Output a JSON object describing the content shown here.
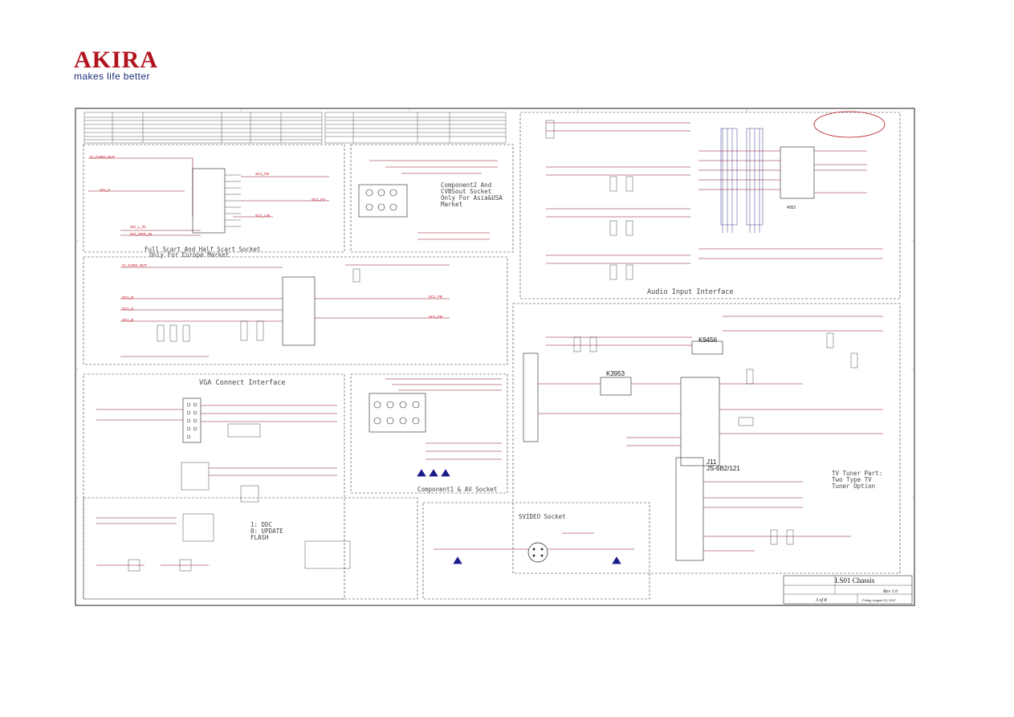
{
  "logo": {
    "brand": "AKIRA",
    "tagline": "makes life better"
  },
  "sections": {
    "scart_title": "Full Scart And Half Scart Socket",
    "scart_sub": "Only For Europe Market",
    "component2_l1": "Component2 And",
    "component2_l2": "CVBSout Socket",
    "component2_l3": "Only For Asia&USA",
    "component2_l4": "Market",
    "audio_input": "Audio Input Interface",
    "vga": "VGA Connect Interface",
    "ddc_l1": "1: DDC",
    "ddc_l2": "0: UPDATE",
    "ddc_l3": "FLASH",
    "component1_av": "Component1 & AV Socket",
    "svideo": "SVIDEO Socket",
    "tuner_l1": "TV Tuner Part:",
    "tuner_l2": "Two Type TV",
    "tuner_l3": "Tuner Option"
  },
  "chips": {
    "u8": "4052",
    "k9456": "K9456",
    "k3953": "K3953",
    "j11": "J11",
    "tuner_model": "JS-6B2/121"
  },
  "title_block": {
    "title": "LS01 Chassis",
    "rev": "Rev 1.0",
    "sheet": "3 of 8",
    "date": "Friday, August 03, 2007"
  }
}
